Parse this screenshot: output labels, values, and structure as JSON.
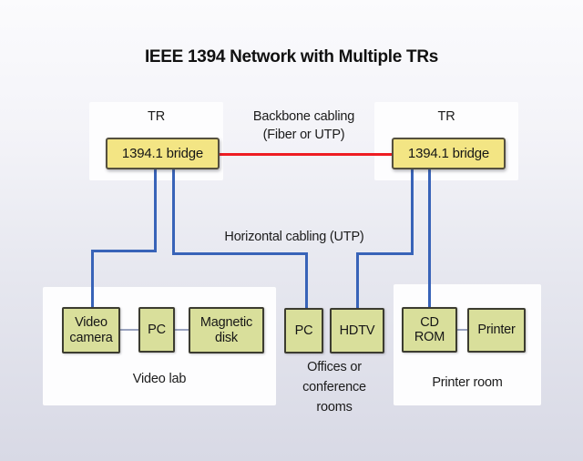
{
  "title": "IEEE 1394 Network with Multiple TRs",
  "backbone": {
    "line1": "Backbone cabling",
    "line2": "(Fiber or UTP)"
  },
  "horizontal_label": "Horizontal cabling (UTP)",
  "left_tr": {
    "label": "TR",
    "bridge": "1394.1 bridge"
  },
  "right_tr": {
    "label": "TR",
    "bridge": "1394.1 bridge"
  },
  "groups": [
    {
      "label": "Video lab",
      "devices": [
        "Video camera",
        "PC",
        "Magnetic disk"
      ]
    },
    {
      "label": "Offices or conference rooms",
      "devices": [
        "PC",
        "HDTV"
      ]
    },
    {
      "label": "Printer room",
      "devices": [
        "CD ROM",
        "Printer"
      ]
    }
  ],
  "colors": {
    "background_top": "#fbfbfd",
    "background_bottom": "#d8d9e5",
    "panel_white": "#fdfdfe",
    "bridge_fill": "#f3e584",
    "device_fill": "#d9df9b",
    "cable_blue": "#3863b8",
    "cable_red": "#ee1d23",
    "connector_gray": "#9aa3bf",
    "text": "#161616"
  }
}
